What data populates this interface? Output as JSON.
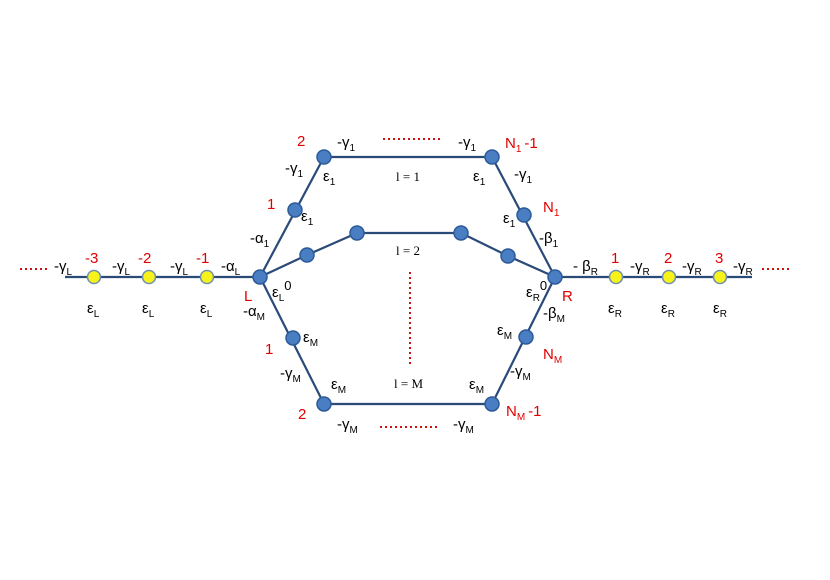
{
  "colors": {
    "edge": "#2a4a78",
    "node": "#4a7ec3",
    "lead_node": "#f7f31a",
    "index_label": "#e00000",
    "text": "#000000"
  },
  "left_lead": {
    "hopping": [
      "-γ",
      "-γ",
      "-γ"
    ],
    "hopping_sub": "L",
    "contact_hop": "-α",
    "contact_hop_sub": "L",
    "site_indices": [
      "-3",
      "-2",
      "-1"
    ],
    "site_energy": "ε",
    "site_energy_sub": "L"
  },
  "right_lead": {
    "hopping": [
      "-γ",
      "-γ",
      "-γ"
    ],
    "hopping_sub": "R",
    "contact_hop": "- β",
    "contact_hop_sub": "R",
    "site_indices": [
      "1",
      "2",
      "3"
    ],
    "site_energy": "ε",
    "site_energy_sub": "R"
  },
  "junction_left": {
    "label": "L",
    "energy": "ε",
    "energy_sub": "L",
    "energy_sup": "0"
  },
  "junction_right": {
    "label": "R",
    "energy": "ε",
    "energy_sub": "R",
    "energy_sup": "0"
  },
  "branch_1": {
    "alpha": "-α",
    "alpha_sub": "1",
    "beta": "-β",
    "beta_sub": "1",
    "gamma": "-γ",
    "gamma_sub": "1",
    "energy": "ε",
    "energy_sub": "1",
    "index_1": "1",
    "index_2": "2",
    "index_n": "N",
    "index_n_sub": "1",
    "index_n_minus": "N",
    "index_n_minus_sub": "1",
    "index_n_minus_suffix": "-1",
    "label": "l = 1"
  },
  "branch_2": {
    "label": "l = 2"
  },
  "branch_m": {
    "alpha": "-α",
    "alpha_sub": "M",
    "beta": "-β",
    "beta_sub": "M",
    "gamma": "-γ",
    "gamma_sub": "M",
    "energy": "ε",
    "energy_sub": "M",
    "index_1": "1",
    "index_2": "2",
    "index_n": "N",
    "index_n_sub": "M",
    "index_n_minus": "N",
    "index_n_minus_sub": "M",
    "index_n_minus_suffix": "-1",
    "label": "l = M"
  }
}
